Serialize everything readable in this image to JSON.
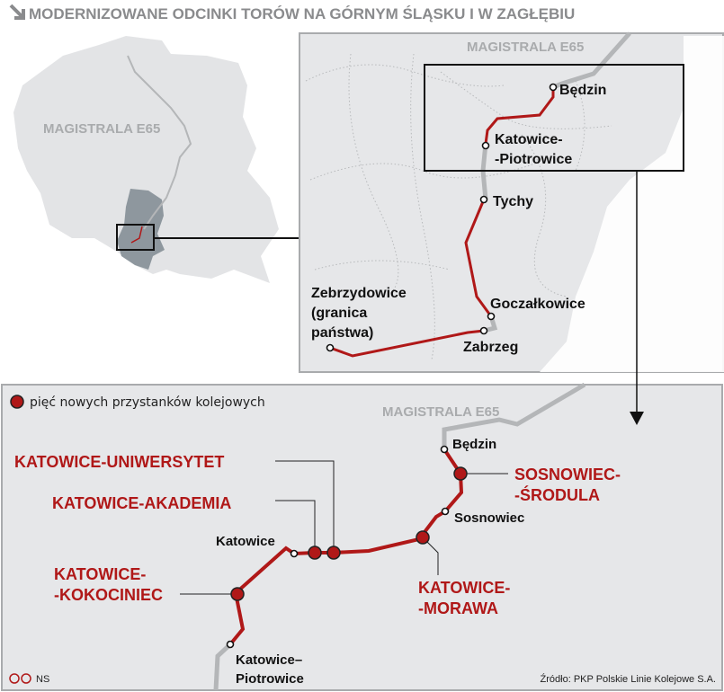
{
  "title": "MODERNIZOWANE ODCINKI TORÓW NA GÓRNYM ŚLĄSKU I W ZAGŁĘBIU",
  "overview_map": {
    "line_label": "MAGISTRALA E65"
  },
  "detail_map": {
    "line_label": "MAGISTRALA E65",
    "stations": {
      "bedzin": "Będzin",
      "katowice_piotrowice_1": "Katowice-",
      "katowice_piotrowice_2": "-Piotrowice",
      "tychy": "Tychy",
      "goczalkowice": "Goczałkowice",
      "zabrzeg": "Zabrzeg",
      "zebrzydowice_1": "Zebrzydowice",
      "zebrzydowice_2": "(granica",
      "zebrzydowice_3": "państwa)"
    }
  },
  "zoom_map": {
    "line_label": "MAGISTRALA E65",
    "legend": "pięć nowych przystanków kolejowych",
    "stations": {
      "bedzin": "Będzin",
      "sosnowiec": "Sosnowiec",
      "katowice": "Katowice",
      "piotrowice_1": "Katowice–",
      "piotrowice_2": "Piotrowice"
    },
    "new_stops": {
      "uniwersytet": "KATOWICE-UNIWERSYTET",
      "akademia": "KATOWICE-AKADEMIA",
      "kokociniec_1": "KATOWICE-",
      "kokociniec_2": "-KOKOCINIEC",
      "srodula_1": "SOSNOWIEC-",
      "srodula_2": "-ŚRODULA",
      "morawa_1": "KATOWICE-",
      "morawa_2": "-MORAWA"
    }
  },
  "footer": {
    "credit": "NS",
    "source": "Źródło: PKP Polskie Linie Kolejowe S.A."
  },
  "colors": {
    "rail_red": "#b01818",
    "e65_gray": "#b4b6b8",
    "land": "#e6e7e9",
    "region": "#8e979e"
  }
}
